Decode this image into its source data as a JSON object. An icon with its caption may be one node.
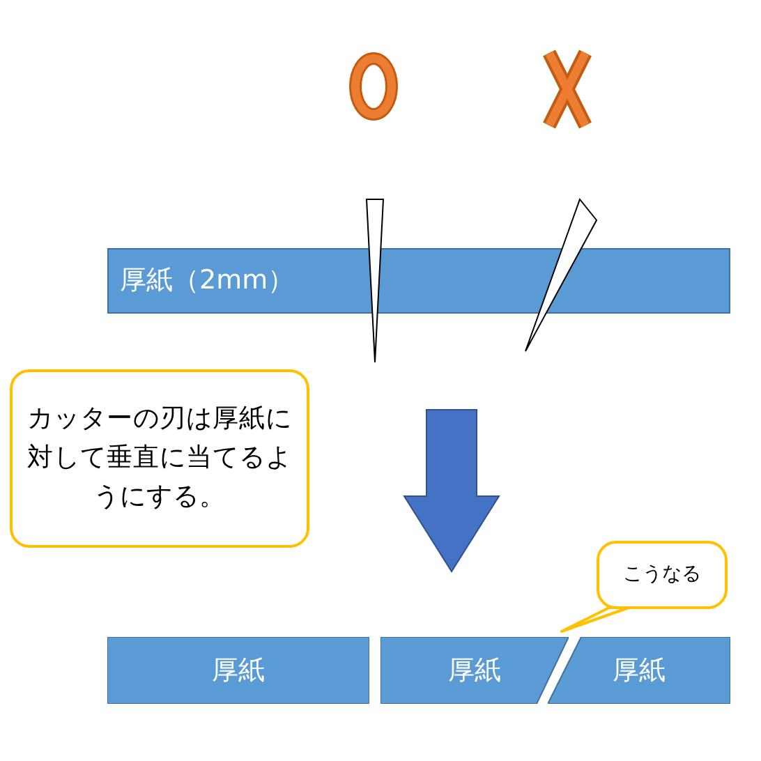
{
  "diagram": {
    "nodes": [
      {
        "text": [
          "厚紙（2mm）"
        ]
      },
      {
        "text": [
          "カッターの刃は厚紙に対して垂直に当てるようにする。"
        ]
      },
      {
        "text": [
          "厚紙"
        ]
      },
      {
        "text": [
          "厚紙"
        ]
      },
      {
        "text": [
          "厚紙"
        ]
      },
      {
        "text": [
          "こうなる"
        ]
      }
    ]
  }
}
